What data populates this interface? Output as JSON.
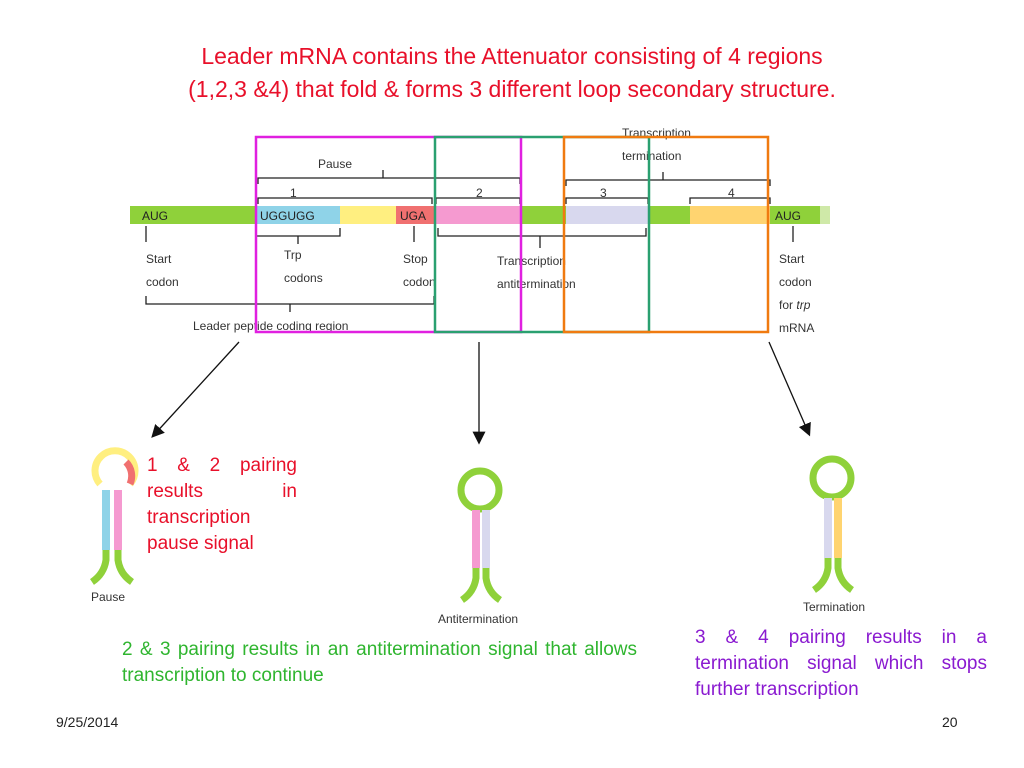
{
  "title": {
    "line1": "Leader mRNA contains the Attenuator consisting of 4 regions",
    "line2": "(1,2,3 &4) that fold & forms 3 different loop secondary structure."
  },
  "strip": {
    "aug_left": "AUG",
    "trp_seq": "UGGUGG",
    "uga": "UGA",
    "aug_right": "AUG",
    "region1": "1",
    "region2": "2",
    "region3": "3",
    "region4": "4",
    "pause_label": "Pause",
    "transcription_termination_top1": "Transcription",
    "transcription_termination_top2": "termination"
  },
  "labels": {
    "start_codon_1": "Start",
    "start_codon_2": "codon",
    "trp_codons_1": "Trp",
    "trp_codons_2": "codons",
    "stop_codon_1": "Stop",
    "stop_codon_2": "codon",
    "antitermination_1": "Transcription",
    "antitermination_2": "antitermination",
    "start_trp_1": "Start",
    "start_trp_2": "codon",
    "start_trp_3": "for",
    "start_trp_3b": "trp",
    "start_trp_4": "mRNA",
    "leader_peptide": "Leader peptide coding region"
  },
  "hairpins": {
    "pause_label": "Pause",
    "antitermination_label": "Antitermination",
    "termination_label": "Termination"
  },
  "captions": {
    "pause": "1 & 2 pairing results in transcription pause signal",
    "antitermination": "2 & 3 pairing results in an antitermination signal that allows transcription to continue",
    "termination": "3 & 4 pairing results in a termination signal which stops further transcription"
  },
  "footer": {
    "date": "9/25/2014",
    "page": "20"
  },
  "colors": {
    "title_red": "#e8102a",
    "green_strip": "#8fd13a",
    "trp_blue": "#8fd3e8",
    "yellow": "#ffef80",
    "uga_red": "#f07070",
    "pink": "#f59ad0",
    "lavender": "#d8d8ee",
    "orange_yellow": "#ffd470",
    "box_magenta": "#e020e0",
    "box_teal": "#2aa070",
    "box_orange": "#f07a10",
    "caption_green": "#2fb52f",
    "caption_purple": "#8a1ad0"
  }
}
